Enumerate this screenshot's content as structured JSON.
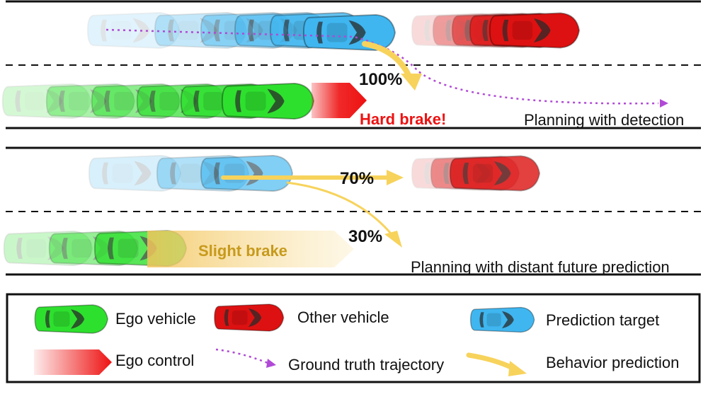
{
  "scenario_detection": {
    "probability": "100%",
    "control_label": "Hard brake!",
    "caption": "Planning with detection"
  },
  "scenario_prediction": {
    "probability_straight": "70%",
    "probability_merge": "30%",
    "control_label": "Slight brake",
    "caption": "Planning with distant future prediction"
  },
  "legend": {
    "ego_vehicle": "Ego vehicle",
    "other_vehicle": "Other vehicle",
    "prediction_target": "Prediction target",
    "ego_control": "Ego control",
    "ground_truth": "Ground truth trajectory",
    "behavior_prediction": "Behavior prediction"
  },
  "colors": {
    "ego": "#2ee02e",
    "other": "#dd1111",
    "target": "#3fb6f0",
    "control": "#ee1111",
    "control_soft": "#f5d27a",
    "trajectory": "#b04ad6",
    "prediction": "#f7d35c"
  }
}
